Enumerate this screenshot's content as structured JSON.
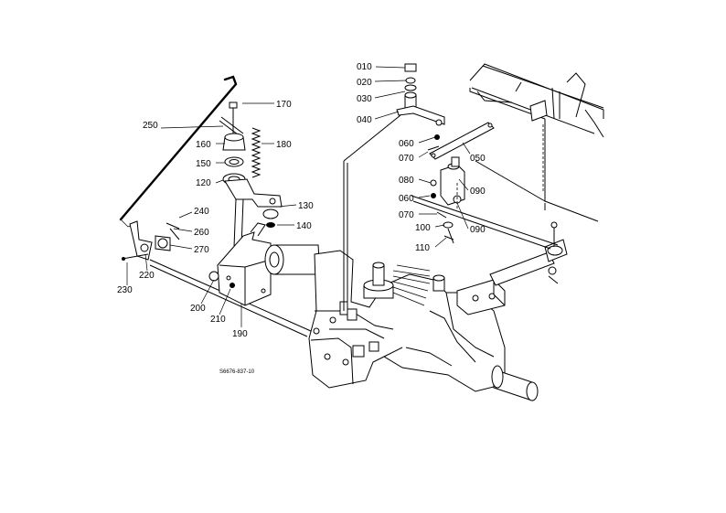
{
  "diagram": {
    "drawing_code": "S6676-837-10",
    "part_numbers": [
      "010",
      "020",
      "030",
      "040",
      "050",
      "060",
      "060",
      "070",
      "070",
      "080",
      "090",
      "090",
      "100",
      "110",
      "120",
      "130",
      "140",
      "150",
      "160",
      "170",
      "180",
      "190",
      "200",
      "210",
      "220",
      "230",
      "240",
      "250",
      "260",
      "270"
    ]
  }
}
